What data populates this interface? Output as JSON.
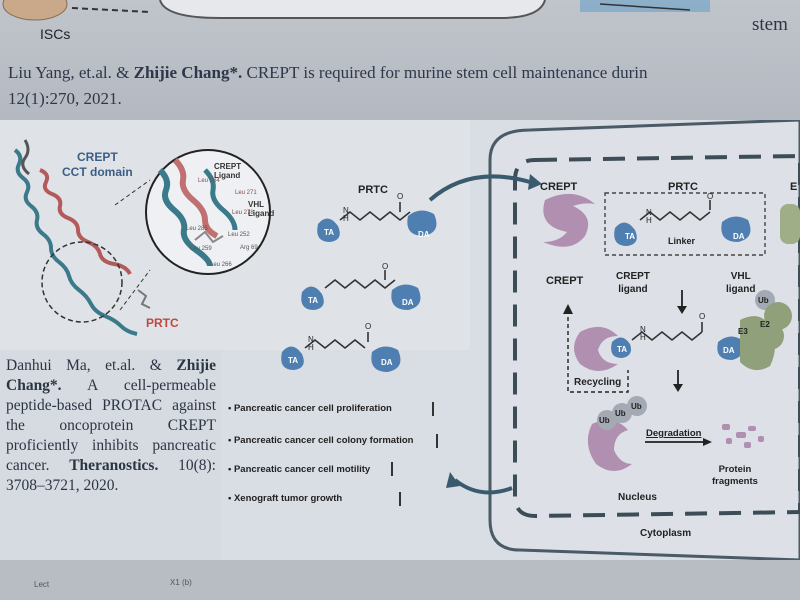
{
  "header": {
    "isc_label": "ISCs",
    "cut_text": "stem",
    "cite1_line1_prefix": "Liu Yang, et.al. & ",
    "cite1_author": "Zhijie Chang*.",
    "cite1_line1_rest": " CREPT is required for murine stem cell maintenance durin",
    "cite1_line2": "12(1):270, 2021."
  },
  "cite2": {
    "prefix": "Danhui Ma, et.al. & ",
    "author": "Zhijie Chang*.",
    "body": " A cell-permeable peptide-based PROTAC against the oncoprotein CREPT proficiently inhibits pancreatic cancer.",
    "journal": "Theranostics.",
    "ref": " 10(8): 3708–3721, 2020."
  },
  "figure": {
    "structure": {
      "crept_cct": "CREPT\nCCT domain",
      "prtc": "PRTC",
      "inset_crept_ligand": "CREPT\nLigand",
      "inset_vhl_ligand": "VHL\nLigand",
      "residues": [
        "Leu 264",
        "Leu 271",
        "Leu 278",
        "Leu 285",
        "Leu 252",
        "Leu 259",
        "Leu 266",
        "Arg 69"
      ]
    },
    "prtc_title": "PRTC",
    "ta": "TA",
    "da": "DA",
    "nh": "N",
    "h": "H",
    "o": "O",
    "effects": [
      "Pancreatic cancer cell proliferation",
      "Pancreatic cancer cell colony formation",
      "Pancreatic cancer cell motility",
      "Xenograft tumor growth"
    ],
    "cell": {
      "crept_top": "CREPT",
      "prtc": "PRTC",
      "e3_cut": "E",
      "linker": "Linker",
      "crept": "CREPT",
      "crept_ligand": "CREPT\nligand",
      "vhl_ligand": "VHL\nligand",
      "recycling": "Recycling",
      "e3": "E3",
      "e2": "E2",
      "ub": "Ub",
      "degradation": "Degradation",
      "protein_fragments": "Protein\nfragments",
      "nucleus": "Nucleus",
      "cytoplasm": "Cytoplasm"
    }
  },
  "footer": {
    "left": "Lect",
    "mid": "X1 (b)"
  },
  "colors": {
    "crept": "#b18fb0",
    "ta": "#4f7fb0",
    "da": "#4f7fb0",
    "red_prtc": "#c0483c",
    "e3": "#8fa07a"
  }
}
